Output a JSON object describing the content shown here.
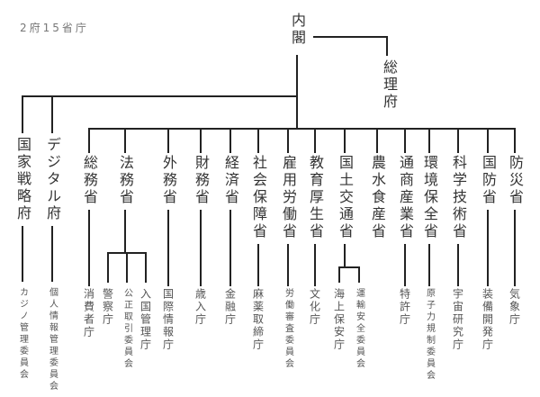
{
  "title": "2府15省庁",
  "cabinet": "内閣",
  "prime_office": "総理府",
  "offices": [
    {
      "name": "国家戦略府",
      "subs": [
        "カジノ管理委員会"
      ]
    },
    {
      "name": "デジタル府",
      "subs": [
        "個人情報管理委員会"
      ]
    }
  ],
  "ministries": [
    {
      "name": "総務省",
      "subs": [
        "消費者庁"
      ]
    },
    {
      "name": "法務省",
      "subs": [
        "警察庁",
        "公正取引委員会",
        "入国管理庁"
      ]
    },
    {
      "name": "外務省",
      "subs": [
        "国際情報庁"
      ]
    },
    {
      "name": "財務省",
      "subs": [
        "歳入庁"
      ]
    },
    {
      "name": "経済省",
      "subs": [
        "金融庁"
      ]
    },
    {
      "name": "社会保障省",
      "subs": [
        "麻薬取締庁"
      ]
    },
    {
      "name": "雇用労働省",
      "subs": [
        "労働審査委員会"
      ]
    },
    {
      "name": "教育厚生省",
      "subs": [
        "文化庁"
      ]
    },
    {
      "name": "国土交通省",
      "subs": [
        "海上保安庁",
        "運輸安全委員会"
      ]
    },
    {
      "name": "農水食産省",
      "subs": []
    },
    {
      "name": "通商産業省",
      "subs": [
        "特許庁"
      ]
    },
    {
      "name": "環境保全省",
      "subs": [
        "原子力規制委員会"
      ]
    },
    {
      "name": "科学技術省",
      "subs": [
        "宇宙研究庁"
      ]
    },
    {
      "name": "国防省",
      "subs": [
        "装備開発庁"
      ]
    },
    {
      "name": "防災省",
      "subs": [
        "気象庁"
      ]
    }
  ]
}
